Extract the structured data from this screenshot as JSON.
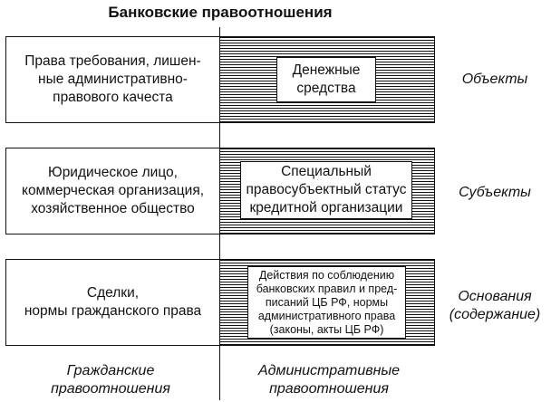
{
  "title": "Банковские правоотношения",
  "rows": [
    {
      "left": "Права требования, лишен-\nные административно-\nправового качеста",
      "right": "Денежные\nсредства",
      "side": "Объекты"
    },
    {
      "left": "Юридическое лицо,\nкоммерческая организация,\nхозяйственное общество",
      "right": "Специальный\nправосубъектный статус\nкредитной организации",
      "side": "Субъекты"
    },
    {
      "left": "Сделки,\nнормы гражданского права",
      "right": "Действия по соблюдению\nбанковских правил и пред-\nписаний ЦБ РФ, нормы\nадминистративного права\n(законы, акты ЦБ РФ)",
      "side": "Основания\n(содержание)"
    }
  ],
  "bottom": {
    "left": "Гражданские\nправоотношения",
    "right": "Административные\nправоотношения"
  }
}
